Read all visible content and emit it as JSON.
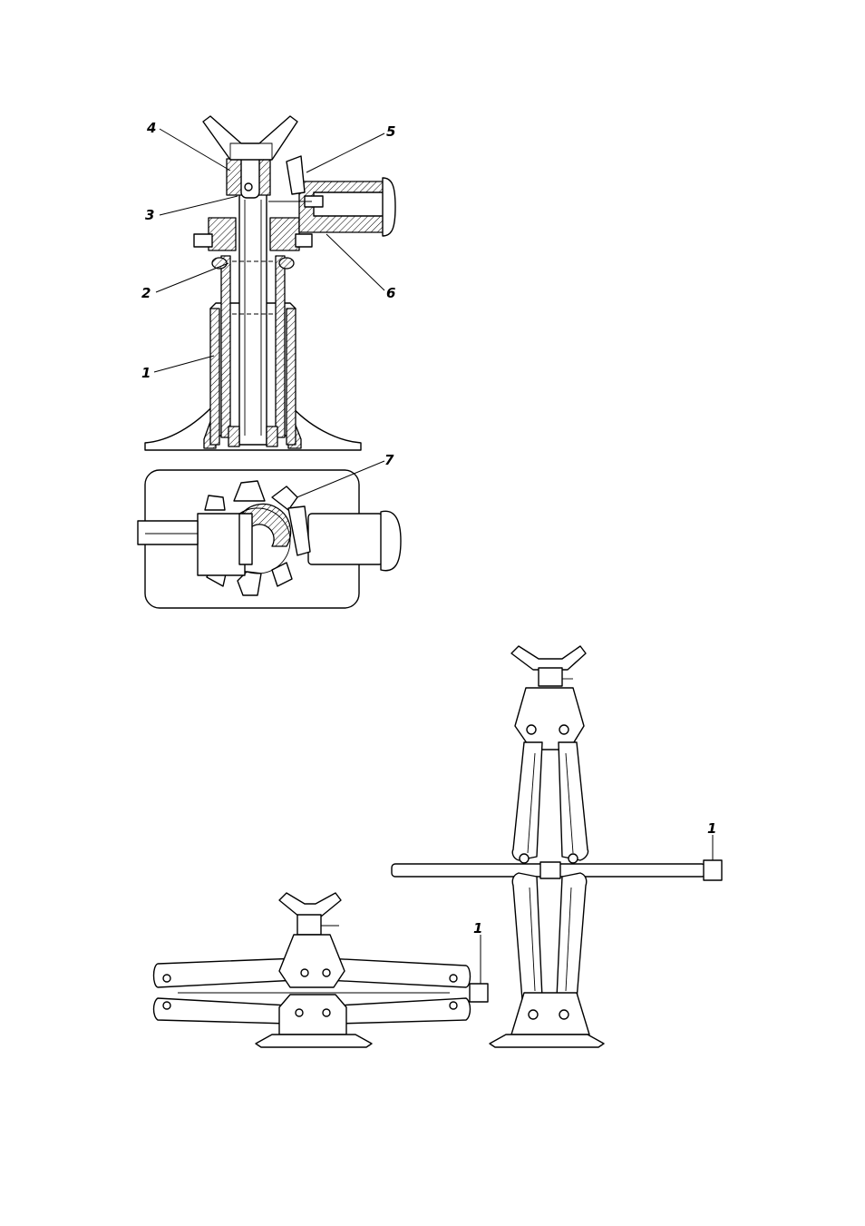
{
  "section_view": {
    "callouts": [
      {
        "id": "4",
        "label": "4"
      },
      {
        "id": "3",
        "label": "3"
      },
      {
        "id": "2",
        "label": "2"
      },
      {
        "id": "1",
        "label": "1"
      },
      {
        "id": "5",
        "label": "5"
      },
      {
        "id": "6",
        "label": "6"
      },
      {
        "id": "7",
        "label": "7"
      }
    ]
  },
  "collapsed_jack": {
    "callout": "1"
  },
  "raised_jack": {
    "callout": "1"
  }
}
